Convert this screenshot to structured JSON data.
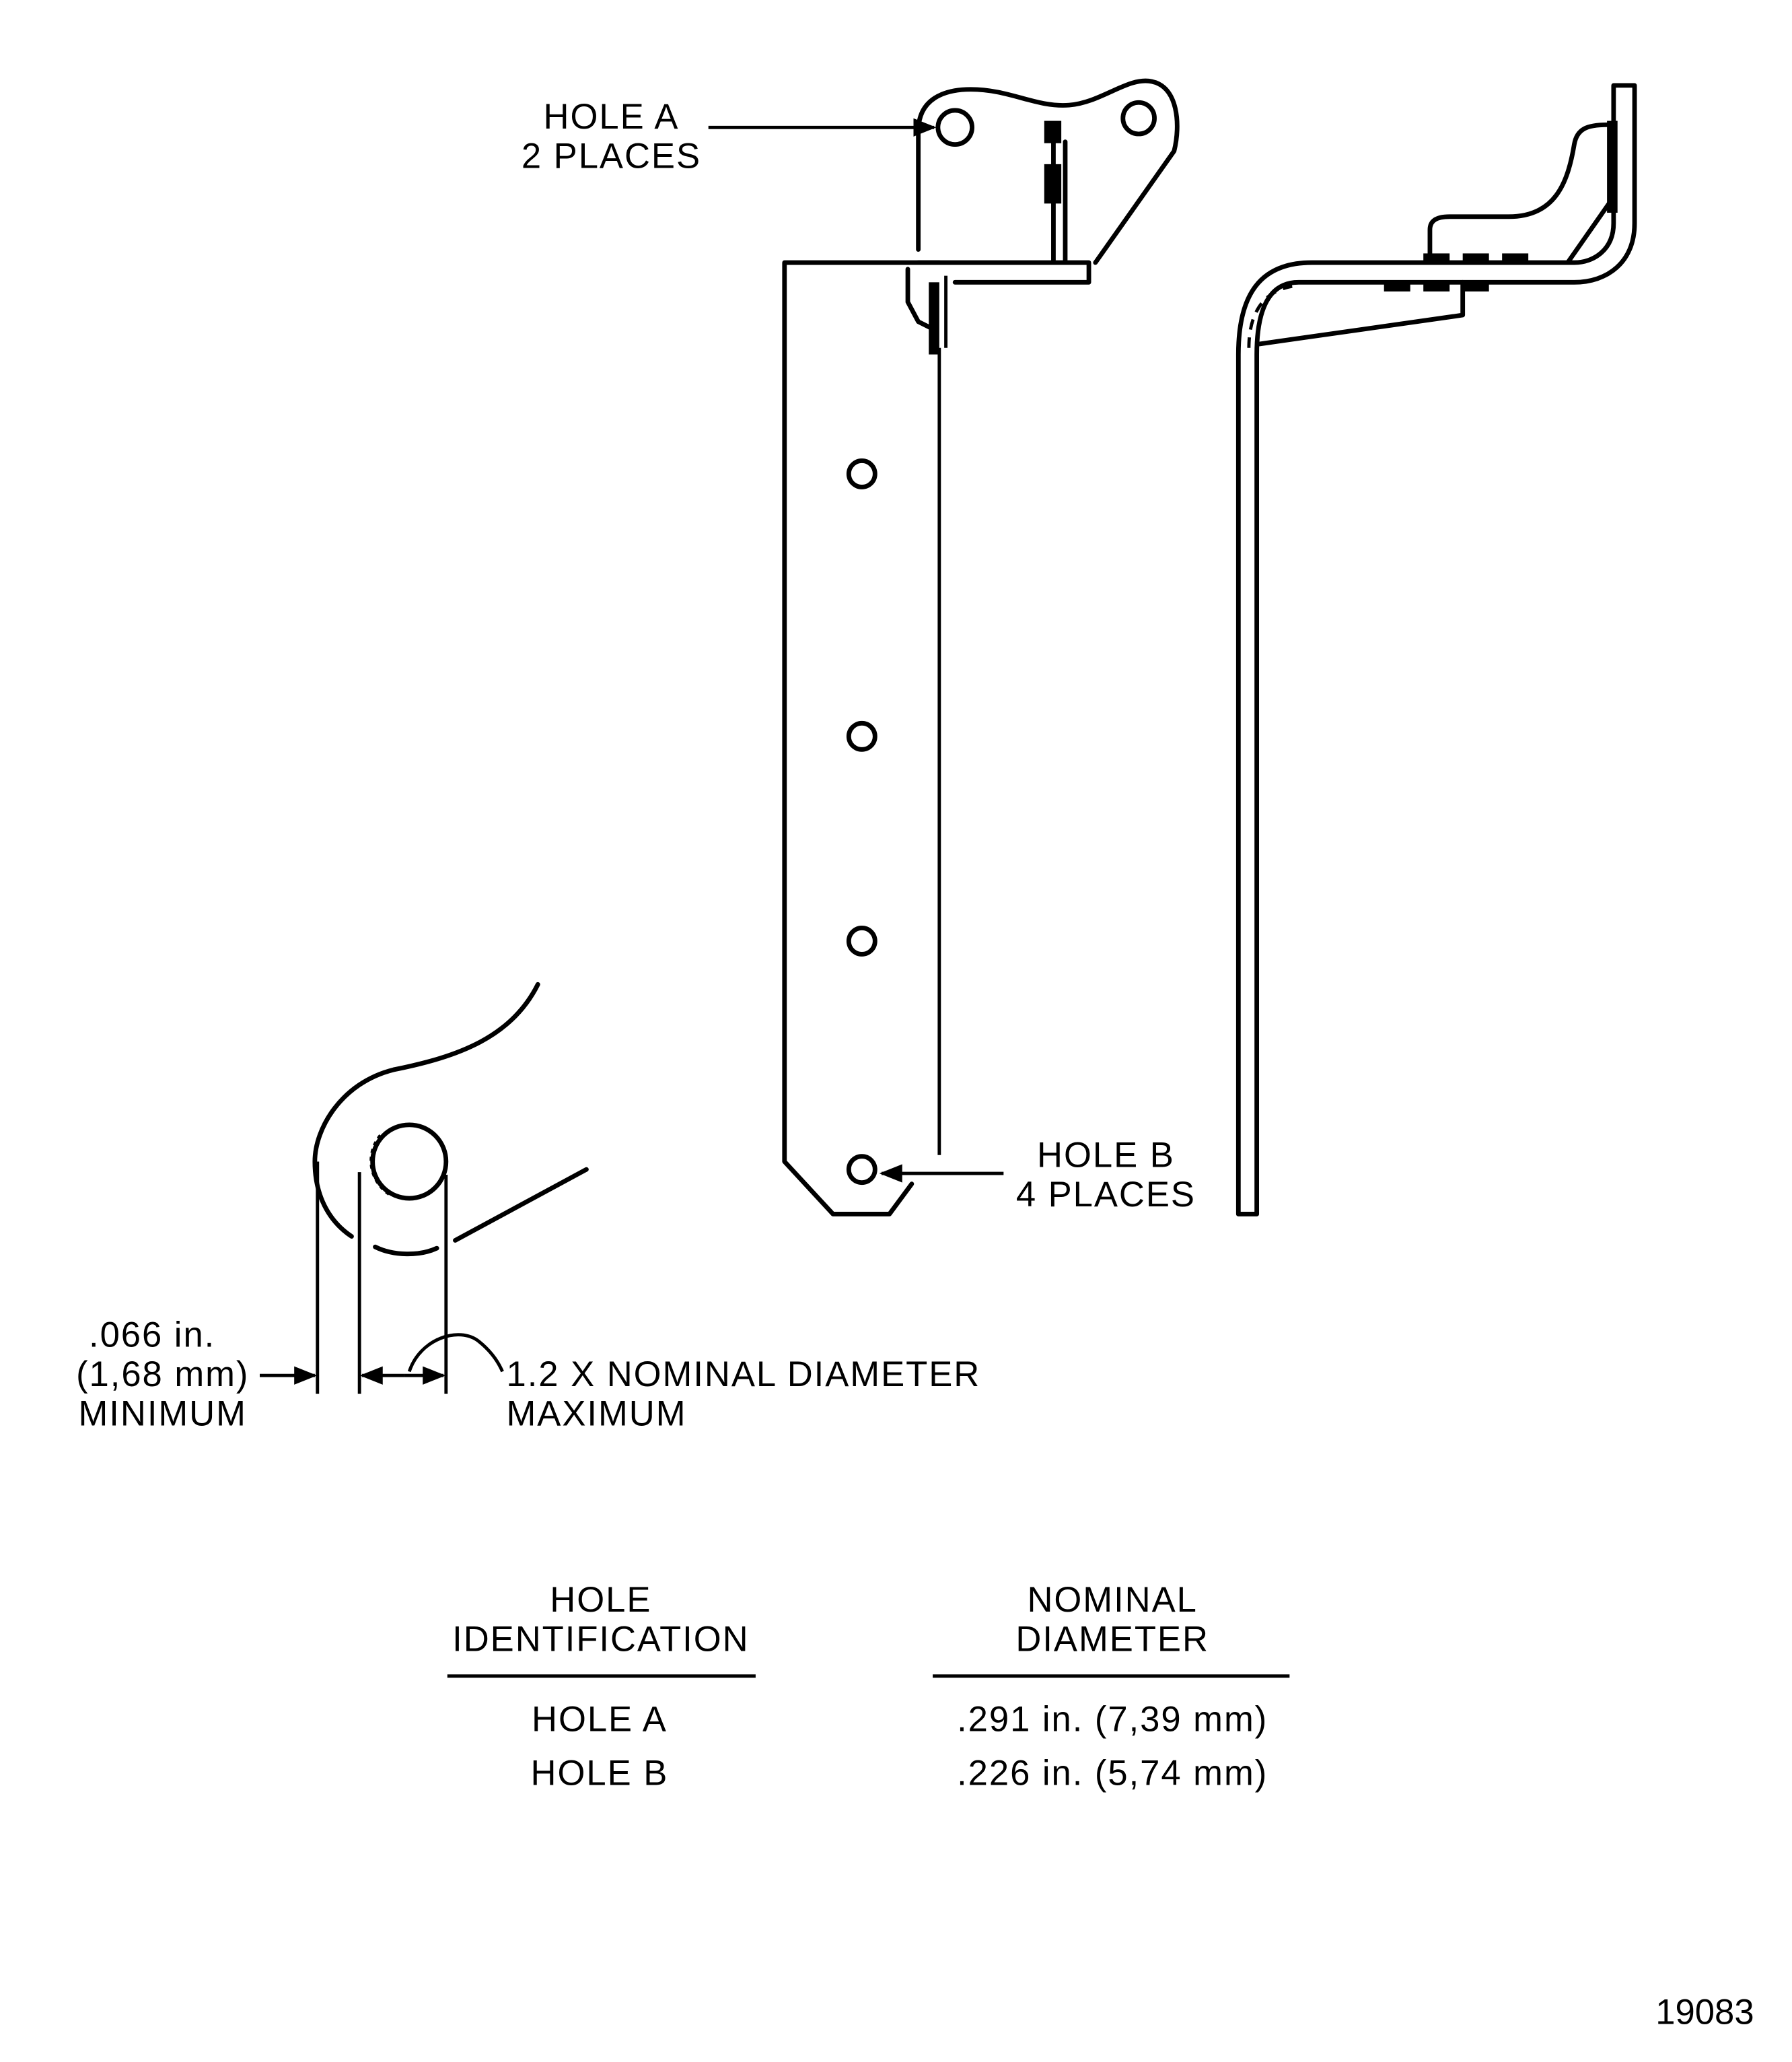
{
  "labels": {
    "hole_a": [
      "HOLE  A",
      "2  PLACES"
    ],
    "hole_b": [
      "HOLE  B",
      "4  PLACES"
    ],
    "edge_min": [
      ".066  in.",
      "(1,68  mm)",
      "MINIMUM"
    ],
    "max_dia": [
      "1.2  X  NOMINAL  DIAMETER",
      "MAXIMUM"
    ]
  },
  "table": {
    "headers": [
      [
        "HOLE",
        "IDENTIFICATION"
      ],
      [
        "NOMINAL",
        "DIAMETER"
      ]
    ],
    "rows": [
      [
        "HOLE  A",
        ".291  in.  (7,39  mm)"
      ],
      [
        "HOLE  B",
        ".226  in.  (5,74  mm)"
      ]
    ]
  },
  "figure_number": "19083"
}
